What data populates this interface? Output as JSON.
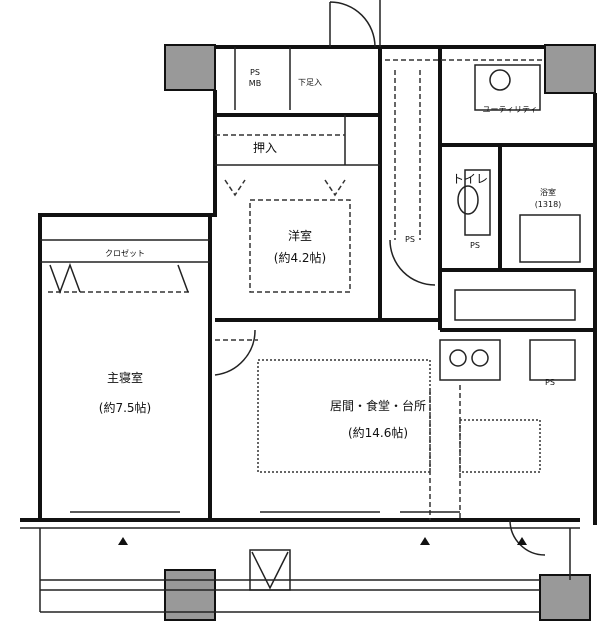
{
  "plan": {
    "rooms": {
      "ps_mb": {
        "line1": "PS",
        "line2": "MB"
      },
      "shoe_storage": "下足入",
      "closet_upper": "押入",
      "western_room": {
        "name": "洋室",
        "size": "(約4.2帖)"
      },
      "master_bedroom": {
        "name": "主寝室",
        "size": "(約7.5帖)"
      },
      "ldk": {
        "name": "居間・食堂・台所",
        "size": "(約14.6帖)"
      },
      "walk_closet": "クロゼット",
      "utility": "ユーティリティ",
      "toilet": "トイレ",
      "bath": {
        "name": "浴室",
        "size": "(1318)"
      },
      "ps_labels": [
        "PS",
        "PS",
        "PS"
      ]
    }
  }
}
